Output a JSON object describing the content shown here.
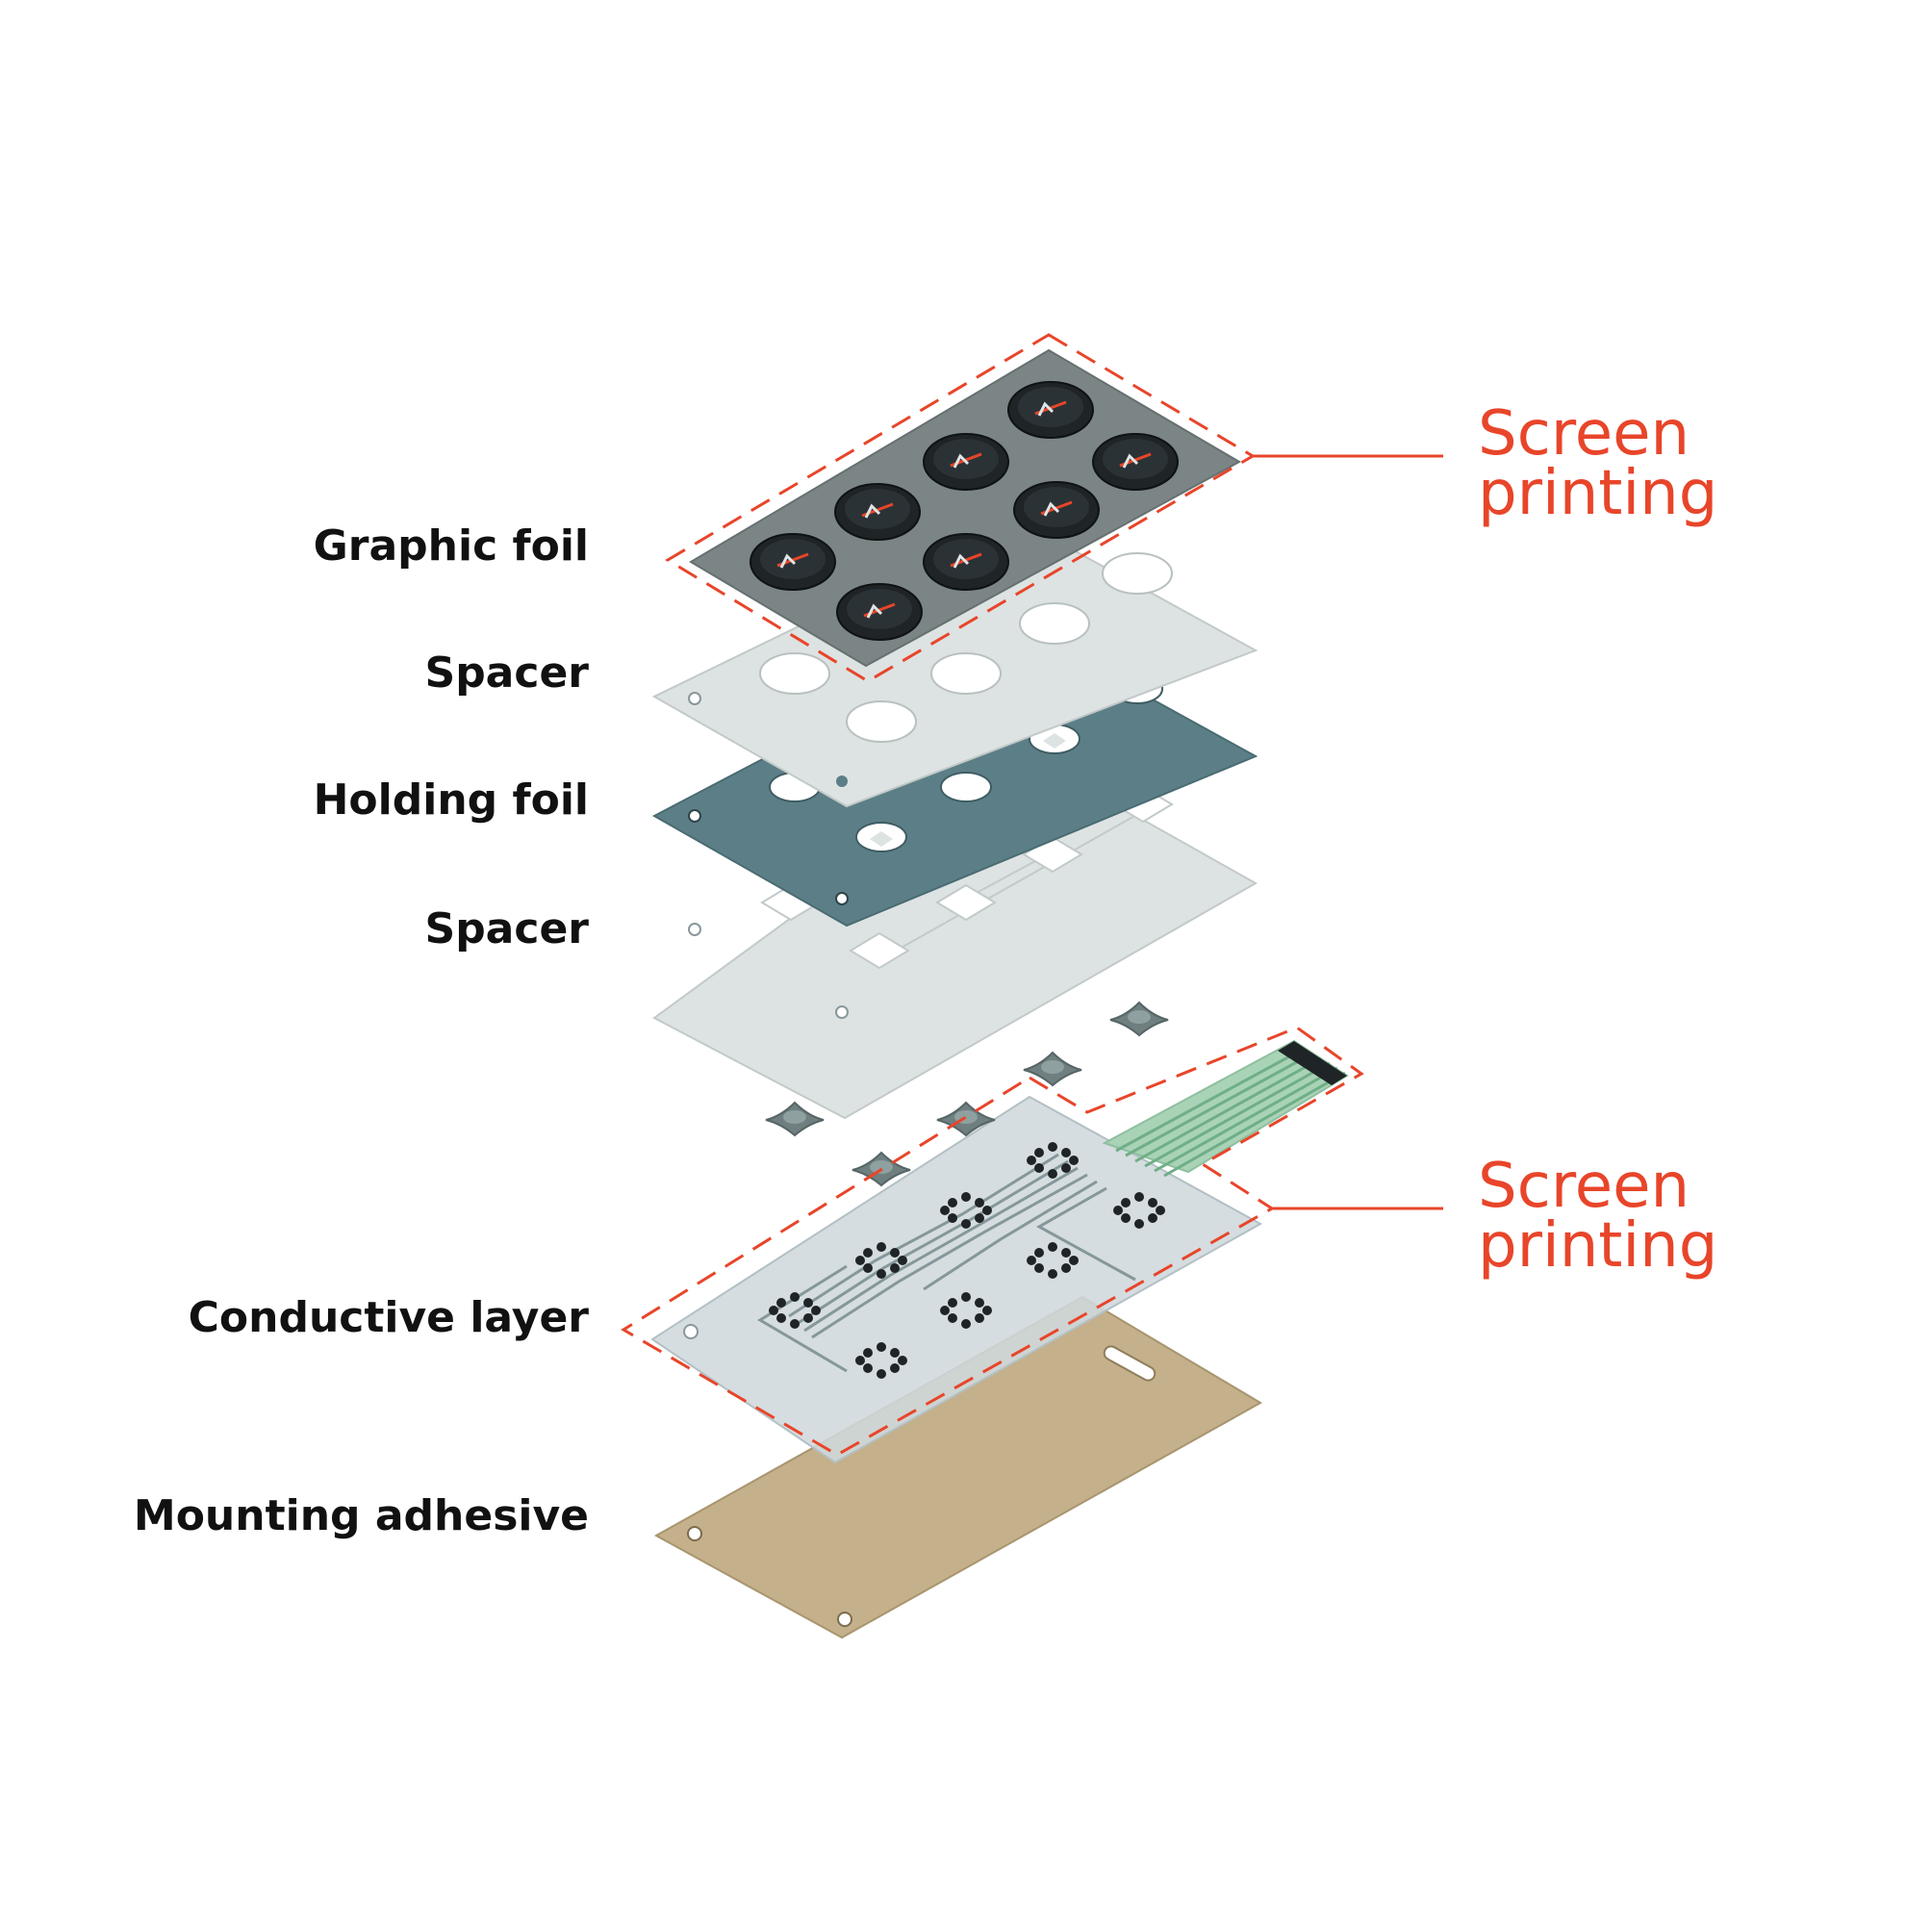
{
  "layers": [
    {
      "id": "graphic-foil",
      "label": "Graphic foil"
    },
    {
      "id": "spacer-top",
      "label": "Spacer"
    },
    {
      "id": "holding-foil",
      "label": "Holding foil"
    },
    {
      "id": "spacer-bottom",
      "label": "Spacer"
    },
    {
      "id": "conductive-layer",
      "label": "Conductive layer"
    },
    {
      "id": "mounting-adhesive",
      "label": "Mounting adhesive"
    }
  ],
  "callouts": [
    {
      "line1": "Screen",
      "line2": "printing"
    },
    {
      "line1": "Screen",
      "line2": "printing"
    }
  ],
  "colors": {
    "accent": "#e8452a",
    "label_text": "#111111",
    "graphic_foil": "#7b8585",
    "button_dark": "#1f2426",
    "spacer": "#dde3e2",
    "holding_foil": "#5c7f87",
    "dome": "#6f7f80",
    "conductive": "#cfd8dc",
    "trace": "#86979c",
    "tail_green": "#a9d3b6",
    "adhesive": "#c4b08a"
  },
  "icons": {
    "dome": "tactile-metal-dome",
    "button": "printed-button-icon",
    "hole": "mounting-hole"
  }
}
